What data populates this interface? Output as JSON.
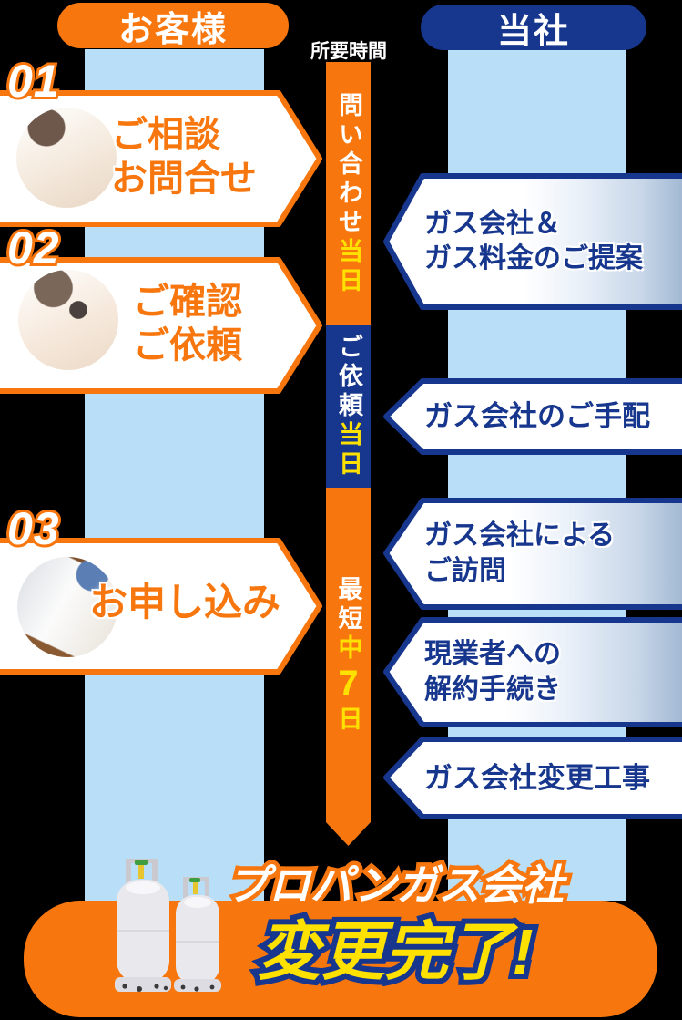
{
  "headers": {
    "customer": "お客様",
    "company": "当社"
  },
  "timeline": {
    "label": "所要時間",
    "segments": [
      {
        "main": "問い合わせ",
        "accent": "当日"
      },
      {
        "main": "ご依頼",
        "accent": "当日"
      },
      {
        "main": "最短",
        "accent_prefix": "中",
        "accent_big": "7",
        "accent_suffix": "日"
      }
    ]
  },
  "customer_steps": [
    {
      "number": "01",
      "lines": [
        "ご相談",
        "お問合せ"
      ],
      "photo": "woman-talking-on-phone"
    },
    {
      "number": "02",
      "lines": [
        "ご確認",
        "ご依頼"
      ],
      "photo": "woman-using-smartphone"
    },
    {
      "number": "03",
      "lines": [
        "お申し込み"
      ],
      "photo": "hands-writing-form-with-calculator"
    }
  ],
  "company_steps": [
    {
      "lines": [
        "ガス会社＆",
        "ガス料金のご提案"
      ],
      "photo": "staff-on-phone-in-office"
    },
    {
      "lines": [
        "ガス会社のご手配"
      ]
    },
    {
      "lines": [
        "ガス会社による",
        "ご訪問"
      ],
      "photo": "gas-worker-visiting-customer"
    },
    {
      "lines": [
        "現業者への",
        "解約手続き"
      ],
      "photo": "uniformed-worker-on-phone"
    },
    {
      "lines": [
        "ガス会社変更工事"
      ]
    }
  ],
  "footer": {
    "line1": "プロパンガス会社",
    "line2": "変更完了!"
  },
  "colors": {
    "orange": "#f7770e",
    "navy": "#17368d",
    "light_blue": "#b9def7",
    "yellow": "#ffe100"
  }
}
